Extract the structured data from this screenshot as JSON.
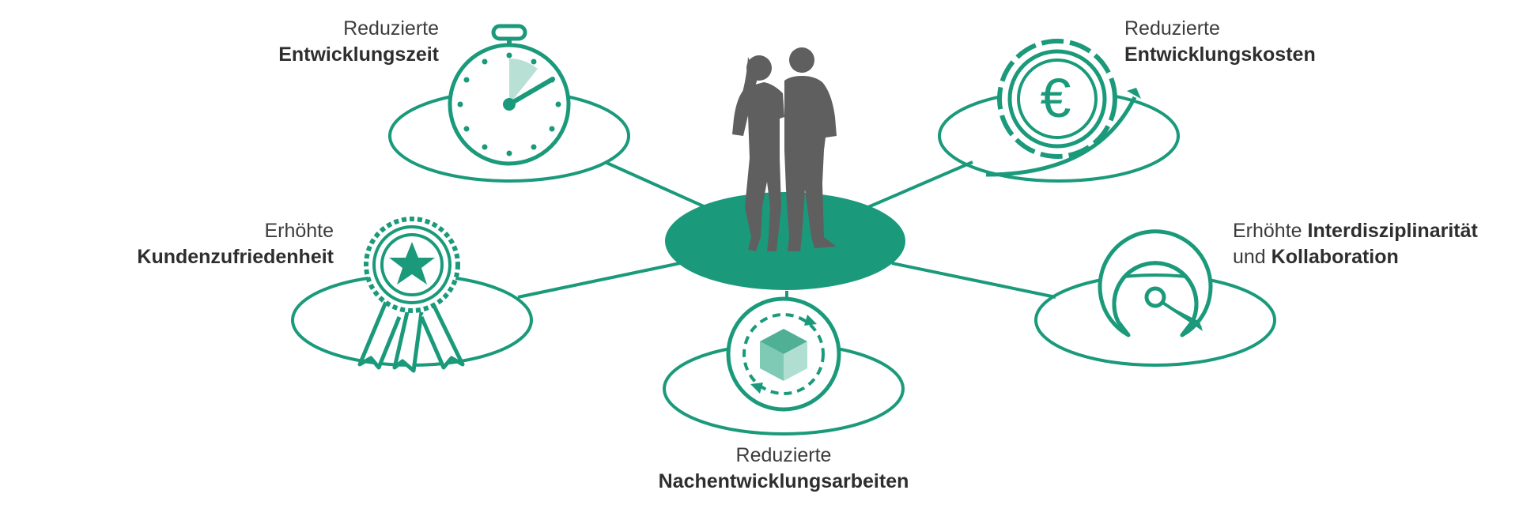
{
  "diagram": {
    "accent_color": "#1a9a7a",
    "accent_light": "#7fcab5",
    "silhouette_color": "#5f5f5f",
    "center": {
      "icon": "two-people-silhouette-icon"
    },
    "benefits": [
      {
        "id": "time",
        "icon": "stopwatch-icon",
        "line1": "Reduzierte",
        "line2_bold": "Entwicklungszeit"
      },
      {
        "id": "cost",
        "icon": "euro-coin-icon",
        "line1": "Reduzierte",
        "line2_bold": "Entwicklungskosten"
      },
      {
        "id": "satisfaction",
        "icon": "award-rosette-icon",
        "line1": "Erhöhte",
        "line2_bold": "Kundenzufriedenheit"
      },
      {
        "id": "collaboration",
        "icon": "gauge-icon",
        "line1_plain": "Erhöhte ",
        "line1_bold": "Interdisziplinarität",
        "line2_plain": "und ",
        "line2_bold": "Kollaboration"
      },
      {
        "id": "rework",
        "icon": "rotating-cube-icon",
        "line1": "Reduzierte",
        "line2_bold": "Nachentwicklungsarbeiten"
      }
    ]
  }
}
